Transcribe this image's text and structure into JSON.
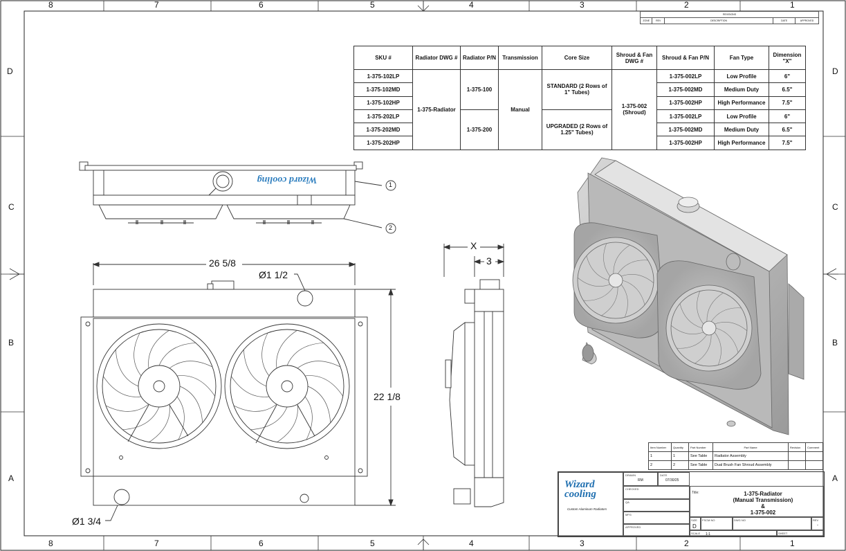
{
  "zones": {
    "cols": [
      "8",
      "7",
      "6",
      "5",
      "4",
      "3",
      "2",
      "1"
    ],
    "rows": [
      "D",
      "C",
      "B",
      "A"
    ]
  },
  "revision_block": {
    "title": "REVISIONS",
    "headers": [
      "ZONE",
      "REV",
      "DESCRIPTION",
      "DATE",
      "APPROVED"
    ]
  },
  "sku_table": {
    "headers": [
      "SKU #",
      "Radiator DWG #",
      "Radiator P/N",
      "Transmission",
      "Core Size",
      "Shroud & Fan DWG #",
      "Shroud & Fan P/N",
      "Fan Type",
      "Dimension \"X\""
    ],
    "skus": [
      "1-375-102LP",
      "1-375-102MD",
      "1-375-102HP",
      "1-375-202LP",
      "1-375-202MD",
      "1-375-202HP"
    ],
    "radiator_dwg": "1-375-Radiator",
    "radiator_pn": [
      "1-375-100",
      "1-375-200"
    ],
    "transmission": "Manual",
    "core_size": [
      "STANDARD (2 Rows of 1\" Tubes)",
      "UPGRADED (2 Rows of 1.25\" Tubes)"
    ],
    "shroud_dwg": "1-375-002 (Shroud)",
    "shroud_pn": [
      "1-375-002LP",
      "1-375-002MD",
      "1-375-002HP",
      "1-375-002LP",
      "1-375-002MD",
      "1-375-002HP"
    ],
    "fan_type": [
      "Low Profile",
      "Medium Duty",
      "High Performance",
      "Low Profile",
      "Medium Duty",
      "High Performance"
    ],
    "dimension_x": [
      "6\"",
      "6.5\"",
      "7.5\"",
      "6\"",
      "6.5\"",
      "7.5\""
    ]
  },
  "dimensions": {
    "width": "26 5/8",
    "height": "22 1/8",
    "filler_neck": "Ø1 1/2",
    "outlet": "Ø1 3/4",
    "x_label": "X",
    "depth": "3"
  },
  "balloons": [
    "1",
    "2"
  ],
  "logo_text": "Wizard cooling",
  "logo_tagline": "Custom Aluminum Radiators",
  "bom": {
    "headers": [
      "Item Number",
      "Quantity",
      "Part Number",
      "Part Name",
      "Revision",
      "Comment"
    ],
    "rows": [
      [
        "1",
        "1",
        "See Table",
        "Radiator Assembly",
        "",
        ""
      ],
      [
        "2",
        "2",
        "See Table",
        "Dual Brush Fan Shroud Assembly",
        "",
        ""
      ]
    ]
  },
  "title_block": {
    "drawn_label": "DRAWN",
    "drawn_by": "RM",
    "date_label": "DATE",
    "date": "07/30/25",
    "checked_label": "CHECKED",
    "qa_label": "QA",
    "mfg_label": "MFG",
    "approved_label": "APPROVED",
    "title_label": "Title:",
    "title_lines": [
      "1-375-Radiator",
      "(Manual Transmission)",
      "&",
      "1-375-002"
    ],
    "size_label": "SIZE",
    "size": "D",
    "fscm_label": "FSCM NO",
    "dwg_label": "DWG NO",
    "rev_label": "REV",
    "rev": "-",
    "scale_label": "SCALE",
    "scale": "1:1",
    "sheet_label": "SHEET"
  }
}
